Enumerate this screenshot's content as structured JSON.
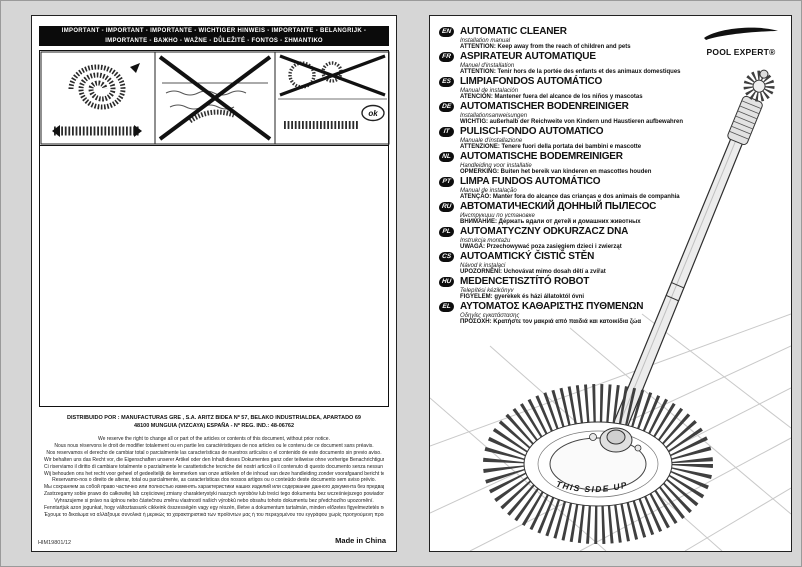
{
  "page_left": {
    "banner_line1": "IMPORTANT - IMPORTANT - IMPORTANTE - WICHTIGER HINWEIS - IMPORTANTE - BELANGRIJK -",
    "banner_line2": "IMPORTANTE - ВАЖНО - WAŻNE - DŮLEŽITÉ - FONTOS - ΣΗΜΑΝΤΙΚΟ",
    "ok_label": "ok",
    "distributor_line1": "DISTRIBUIDO POR : MANUFACTURAS GRE , S.A. ARITZ BIDEA Nº 57, BELAKO INDUSTRIALDEA, APARTADO 69",
    "distributor_line2": "48100 MUNGUIA (VIZCAYA) ESPAÑA - Nº REG. IND.: 48-06762",
    "legal_lines": [
      "We reserve the right to change all or part of the articles or contents of this document, without prior notice.",
      "Nous nous réservons le droit de modifier totalement ou en partie les caractéristiques de nos articles ou le contenu de ce document sans préavis.",
      "Nos reservamos el derecho de cambiar total o parcialmente las características de nuestros artículos o el contenido de este documento sin previo aviso.",
      "Wir behalten uns das Recht vor, die Eigenschaften unserer Artikel oder den Inhalt dieses Dokumentes ganz oder teilweise ohne vorherige Benachrichtigung zu ändern.",
      "Ci riserviamo il diritto di cambiare totalmente o parzialmente le caratteristiche tecniche dei nostri articoli o il contenuto di questo documento senza nessun preavviso.",
      "Wij behouden ons het recht voor geheel of gedeeltelijk de kenmerken van onze artikelen of de inhoud van deze handleiding zonder voorafgaand bericht te wijzigen.",
      "Reservamo-nos o direito de alterar, total ou parcialmente, as características dos nossos artigos ou o conteúdo deste documento sem aviso prévio.",
      "Мы сохраняем за собой право частично или полностью изменять характеристики наших изделий или содержание данного документа без предварительного предупреждения.",
      "Zastrzegamy sobie prawo do całkowitej lub częściowej zmiany charakterystyki naszych wyrobów lub treści tego dokumentu bez wcześniejszego powiadomienia.",
      "Vyhrazujeme si právo na úplnou nebo částečnou změnu vlastností našich výrobků nebo obsahu tohoto dokumentu bez předchozího upozornění.",
      "Fenntartjuk azon jogunkat, hogy változtassunk cikkeink összességén vagy egy részén, illetve a dokumentum tartalmán, minden előzetes figyelmeztetés nélkül.",
      "Έχουμε το δικαίωμα να αλλάξουμε συνολικά ή μερικώς τα χαρακτηριστικά των προϊόντων μας ή του περιεχομένου του εγγράφου χωρίς προηγούμενη προειδοποίηση."
    ],
    "doc_code": "HIM19801/12",
    "made_in": "Made in China"
  },
  "page_right": {
    "brand": "POOL EXPERT®",
    "illustration_label": "THIS SIDE UP",
    "languages": [
      {
        "code": "EN",
        "title": "AUTOMATIC CLEANER",
        "subtitle": "Installation manual",
        "attention": "ATTENTION: Keep away from the reach of children and pets"
      },
      {
        "code": "FR",
        "title": "ASPIRATEUR AUTOMATIQUE",
        "subtitle": "Manuel d'installation",
        "attention": "ATTENTION: Tenir hors de la portée des enfants et des animaux domestiques"
      },
      {
        "code": "ES",
        "title": "LIMPIAFONDOS AUTOMÁTICO",
        "subtitle": "Manual de instalación",
        "attention": "ATENCIÓN: Mantener fuera del alcance de los niños y mascotas"
      },
      {
        "code": "DE",
        "title": "AUTOMATISCHER BODENREINIGER",
        "subtitle": "Installationsanweisungen",
        "attention": "WICHTIG: außerhalb der Reichweite von Kindern und Haustieren aufbewahren"
      },
      {
        "code": "IT",
        "title": "PULISCI-FONDO AUTOMATICO",
        "subtitle": "Manuale d'installazione",
        "attention": "ATTENZIONE: Tenere fuori della portata dei bambini e mascotte"
      },
      {
        "code": "NL",
        "title": "AUTOMATISCHE BODEMREINIGER",
        "subtitle": "Handleiding voor installatie",
        "attention": "OPMERKING: Buiten het bereik van kinderen en mascottes houden"
      },
      {
        "code": "PT",
        "title": "LIMPA FUNDOS AUTOMÁTICO",
        "subtitle": "Manual de instalação",
        "attention": "ATENÇÃO: Manter fora do alcance das crianças e dos animais de companhia"
      },
      {
        "code": "RU",
        "title": "АВТОМАТИЧЕСКИЙ ДОННЫЙ ПЫЛЕСОС",
        "subtitle": "Инструкции по установке",
        "attention": "ВНИМАНИЕ: Держать вдали от детей и домашних животных"
      },
      {
        "code": "PL",
        "title": "AUTOMATYCZNY ODKURZACZ DNA",
        "subtitle": "Instrukcja montażu",
        "attention": "UWAGA: Przechowywać poza zasięgiem dzieci i zwierząt"
      },
      {
        "code": "CS",
        "title": "AUTOAMTICKÝ ČISTIČ STĚN",
        "subtitle": "Návod k instalaci",
        "attention": "UPOZORNĚNÍ: Uchovávat mimo dosah dětí a zvířat"
      },
      {
        "code": "HU",
        "title": "MEDENCETISZTÍTÓ ROBOT",
        "subtitle": "Telepítési kézikönyv",
        "attention": "FIGYELEM: gyerekek és házi állatoktól óvni"
      },
      {
        "code": "EL",
        "title": "ΑΥΤΟΜΑΤΟΣ ΚΑΘΑΡΙΣΤΗΣ ΠΥΘΜΕΝΩΝ",
        "subtitle": "Οδηγίες εγκατάστασης",
        "attention": "ΠΡΟΣΟΧΗ: Κρατήστε τον μακριά από παιδιά και κατοικίδια ζώα"
      }
    ]
  }
}
